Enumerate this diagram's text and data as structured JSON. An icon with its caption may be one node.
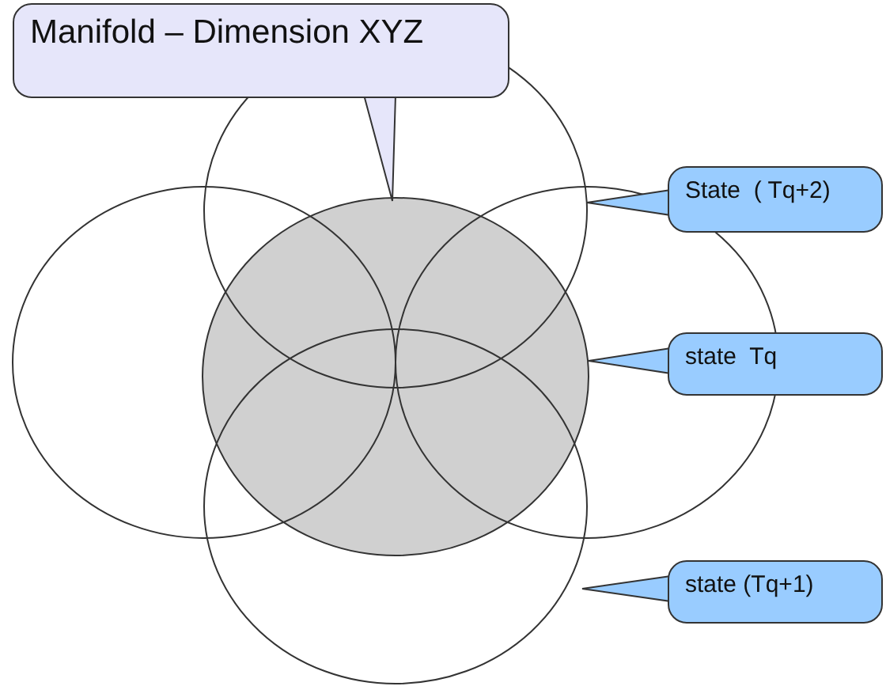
{
  "diagram": {
    "nodes": [
      {
        "text": [
          "Manifold – Dimension XYZ"
        ]
      },
      {
        "text": [
          "State  ( Tq+2)"
        ]
      },
      {
        "text": [
          "state  Tq"
        ]
      },
      {
        "text": [
          "state (Tq+1)"
        ]
      },
      {
        "text": [],
        "shape": "circle"
      },
      {
        "text": [],
        "shape": "circle"
      },
      {
        "text": [],
        "shape": "circle"
      },
      {
        "text": [],
        "shape": "circle"
      },
      {
        "text": [],
        "shape": "circle"
      }
    ],
    "edges": [
      {
        "from": 0,
        "to": 6,
        "arrow": "none"
      },
      {
        "from": 1,
        "to": 4,
        "arrow": "none"
      },
      {
        "from": 2,
        "to": 6,
        "arrow": "none"
      },
      {
        "from": 3,
        "to": 8,
        "arrow": "none"
      }
    ]
  }
}
